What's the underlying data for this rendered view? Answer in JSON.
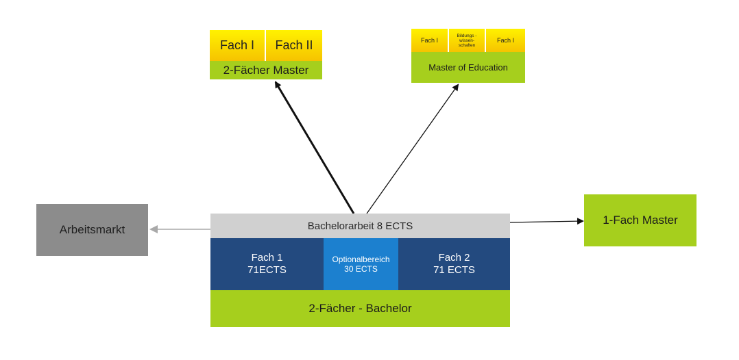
{
  "master_2faecher": {
    "subject_1": "Fach I",
    "subject_2": "Fach II",
    "label": "2-Fächer Master"
  },
  "master_education": {
    "cell_1": "Fach I",
    "cell_2": "Bildungs -wissen- schaften",
    "cell_3": "Fach I",
    "label": "Master of Education"
  },
  "bachelor": {
    "thesis": "Bachelorarbeit 8 ECTS",
    "subject_1": {
      "name": "Fach 1",
      "ects": "71ECTS"
    },
    "optional": {
      "name": "Optionalbereich",
      "ects": "30 ECTS"
    },
    "subject_2": {
      "name": "Fach 2",
      "ects": "71 ECTS"
    },
    "label": "2-Fächer - Bachelor"
  },
  "arbeitsmarkt": "Arbeitsmarkt",
  "fach_master_1": "1-Fach Master",
  "colors": {
    "green": "#a6cf1d",
    "yellow": "#f6c300",
    "dark_blue": "#234a7f",
    "light_blue": "#1c80cf",
    "light_gray": "#d0d0d0",
    "gray": "#8c8c8c"
  }
}
